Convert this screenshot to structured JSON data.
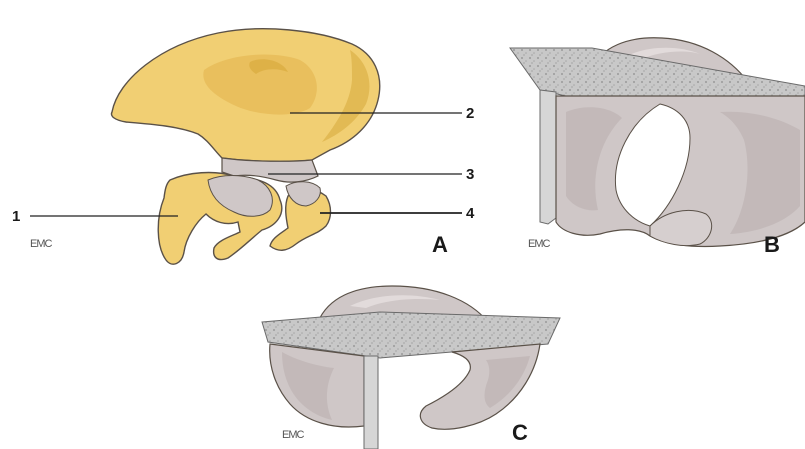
{
  "labels": {
    "one": "1",
    "two": "2",
    "three": "3",
    "four": "4"
  },
  "panels": {
    "a": "A",
    "b": "B",
    "c": "C"
  },
  "watermark": "EMC",
  "colors": {
    "bone_fill": "#f1cf73",
    "bone_shadow": "#d9ab3f",
    "cartilage": "#cfc7c7",
    "cartilage_light": "#e2dbdb",
    "plate": "#b6b6b6",
    "outline": "#5a5148"
  }
}
